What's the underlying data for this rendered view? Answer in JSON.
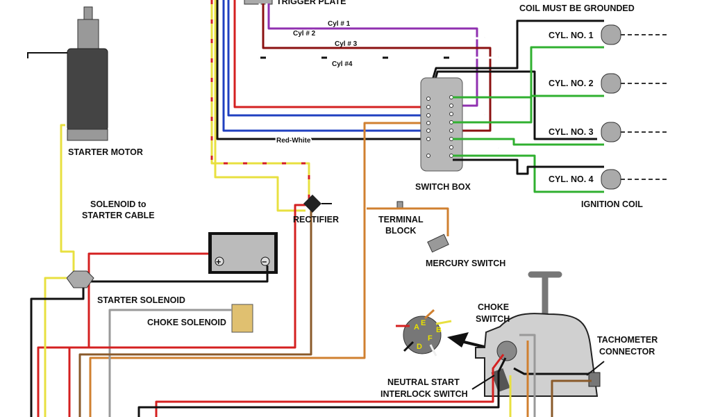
{
  "labels": {
    "trigger_plate": "TRIGGER PLATE",
    "coil_grounded": "COIL MUST BE GROUNDED",
    "cyl1_wire": "Cyl # 1",
    "cyl2_wire": "Cyl # 2",
    "cyl3_wire": "Cyl # 3",
    "cyl4_wire": "Cyl #4",
    "red_white": "Red-White",
    "coil1": "CYL. NO. 1",
    "coil2": "CYL. NO. 2",
    "coil3": "CYL. NO. 3",
    "coil4": "CYL. NO. 4",
    "switch_box": "SWITCH BOX",
    "ignition_coil": "IGNITION COIL",
    "starter_motor": "STARTER MOTOR",
    "solenoid_cable_1": "SOLENOID to",
    "solenoid_cable_2": "STARTER CABLE",
    "rectifier": "RECTIFIER",
    "terminal_block_1": "TERMINAL",
    "terminal_block_2": "BLOCK",
    "mercury_switch": "MERCURY SWITCH",
    "starter_solenoid": "STARTER SOLENOID",
    "choke_solenoid": "CHOKE SOLENOID",
    "choke_switch_1": "CHOKE",
    "choke_switch_2": "SWITCH",
    "tach_1": "TACHOMETER",
    "tach_2": "CONNECTOR",
    "neutral_1": "NEUTRAL START",
    "neutral_2": "INTERLOCK SWITCH",
    "battery_plus": "+",
    "battery_minus": "−"
  },
  "key_switch_terminals": [
    "A",
    "B",
    "D",
    "E",
    "F"
  ],
  "wire_colors": {
    "red": "#d42020",
    "blue": "#2040c0",
    "purple": "#9030b0",
    "brown": "#8b1010",
    "green": "#30b030",
    "yellow": "#e8e040",
    "orange": "#d08030",
    "black": "#111111",
    "white": "#ffffff",
    "gray": "#999999",
    "tan": "#8a5a2a"
  }
}
